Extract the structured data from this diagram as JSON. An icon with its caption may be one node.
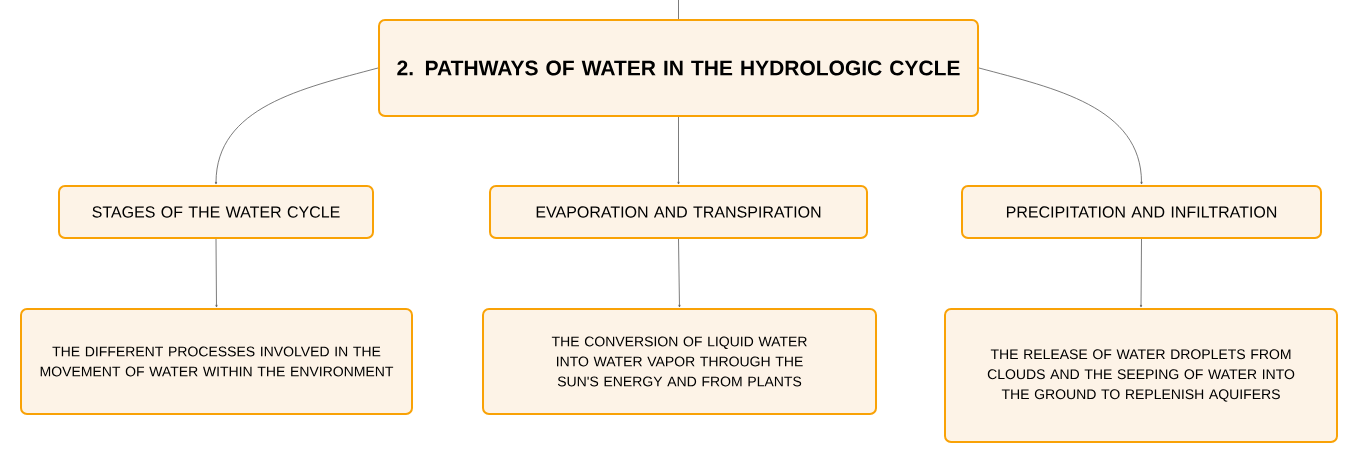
{
  "diagram": {
    "nodes": [
      {
        "text": [
          "2. PATHWAYS OF WATER IN THE HYDROLOGIC CYCLE"
        ]
      },
      {
        "text": [
          "STAGES OF THE WATER CYCLE"
        ]
      },
      {
        "text": [
          "EVAPORATION AND TRANSPIRATION"
        ]
      },
      {
        "text": [
          "PRECIPITATION AND INFILTRATION"
        ]
      },
      {
        "text": [
          "THE DIFFERENT PROCESSES INVOLVED IN THE MOVEMENT OF WATER WITHIN THE ENVIRONMENT"
        ]
      },
      {
        "text": [
          "THE CONVERSION OF LIQUID WATER INTO WATER VAPOR THROUGH THE SUN'S ENERGY AND FROM PLANTS"
        ]
      },
      {
        "text": [
          "THE RELEASE OF WATER DROPLETS FROM CLOUDS AND THE SEEPING OF WATER INTO THE GROUND TO REPLENISH AQUIFERS"
        ]
      }
    ],
    "edges": [
      {
        "from": null,
        "to": 0,
        "arrow": "none"
      },
      {
        "from": 0,
        "to": 1,
        "arrow": "to"
      },
      {
        "from": 0,
        "to": 2,
        "arrow": "to"
      },
      {
        "from": 0,
        "to": 3,
        "arrow": "to"
      },
      {
        "from": 1,
        "to": 4,
        "arrow": "to"
      },
      {
        "from": 2,
        "to": 5,
        "arrow": "to"
      },
      {
        "from": 3,
        "to": 6,
        "arrow": "to"
      }
    ]
  }
}
